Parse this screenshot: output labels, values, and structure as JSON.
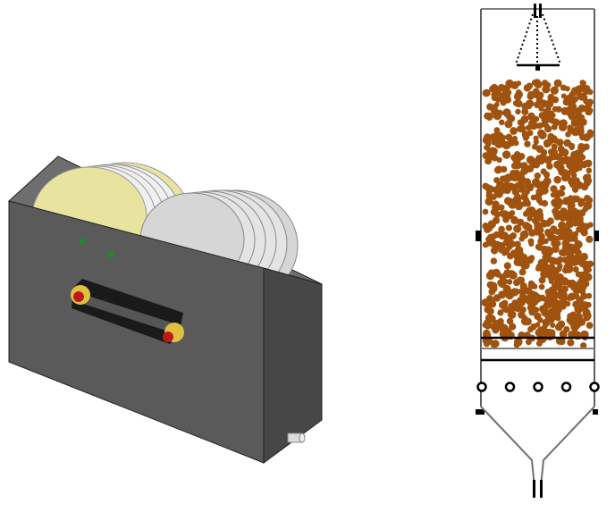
{
  "colors": {
    "box_front": "#5a5a5a",
    "box_side": "#4a4a4a",
    "box_inner": "#6e6e6e",
    "disc_yellow": "#e8e4a0",
    "disc_grey": "#d6d6d6",
    "particle": "#a0520f",
    "outline": "#000000",
    "wall": "#808080"
  },
  "diagram": {
    "left_figure": "disc-filter-unit",
    "right_figure": "packed-column",
    "nozzle_count": 5
  }
}
